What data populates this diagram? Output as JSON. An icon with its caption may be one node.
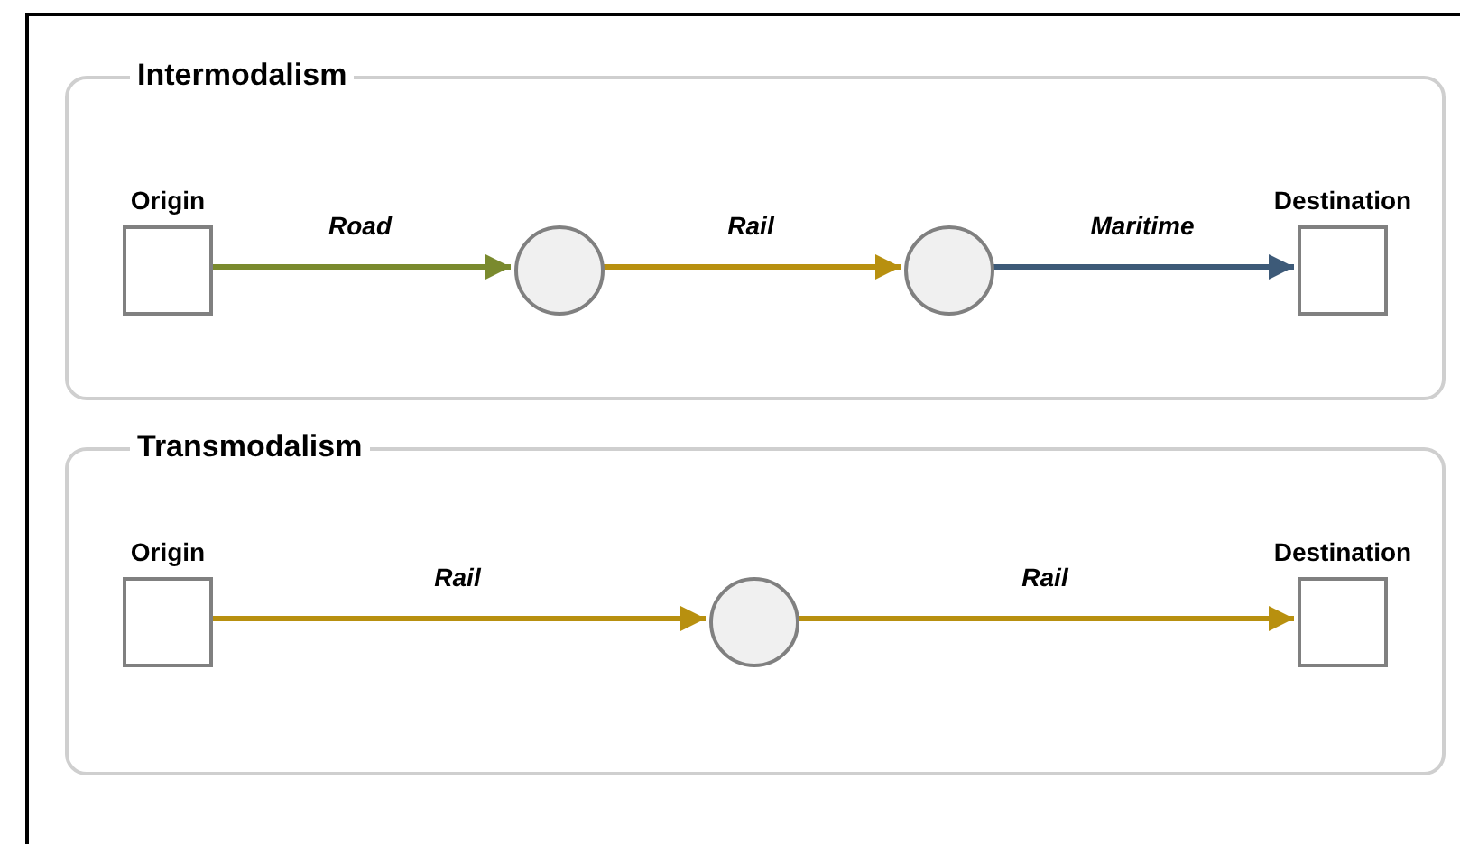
{
  "diagram": {
    "nodes": [
      {
        "text": [
          "Intermodalism"
        ]
      },
      {
        "text": [
          "Origin"
        ],
        "in": 0
      },
      {
        "text": [],
        "shape": "circle",
        "in": 0
      },
      {
        "text": [],
        "shape": "circle",
        "in": 0
      },
      {
        "text": [
          "Destination"
        ],
        "in": 0
      },
      {
        "text": [
          "Transmodalism"
        ]
      },
      {
        "text": [
          "Origin"
        ],
        "in": 5
      },
      {
        "text": [],
        "shape": "circle",
        "in": 5
      },
      {
        "text": [
          "Destination"
        ],
        "in": 5
      }
    ],
    "edges": [
      {
        "from": 1,
        "to": 2,
        "arrow": "to",
        "label": "Road",
        "color": "#7a8a2e"
      },
      {
        "from": 2,
        "to": 3,
        "arrow": "to",
        "label": "Rail"
      },
      {
        "from": 3,
        "to": 4,
        "arrow": "to",
        "label": "Maritime",
        "color": "#3d5a78"
      },
      {
        "from": 6,
        "to": 7,
        "arrow": "to",
        "label": "Rail"
      },
      {
        "from": 7,
        "to": 8,
        "arrow": "to",
        "label": "Rail"
      }
    ]
  }
}
